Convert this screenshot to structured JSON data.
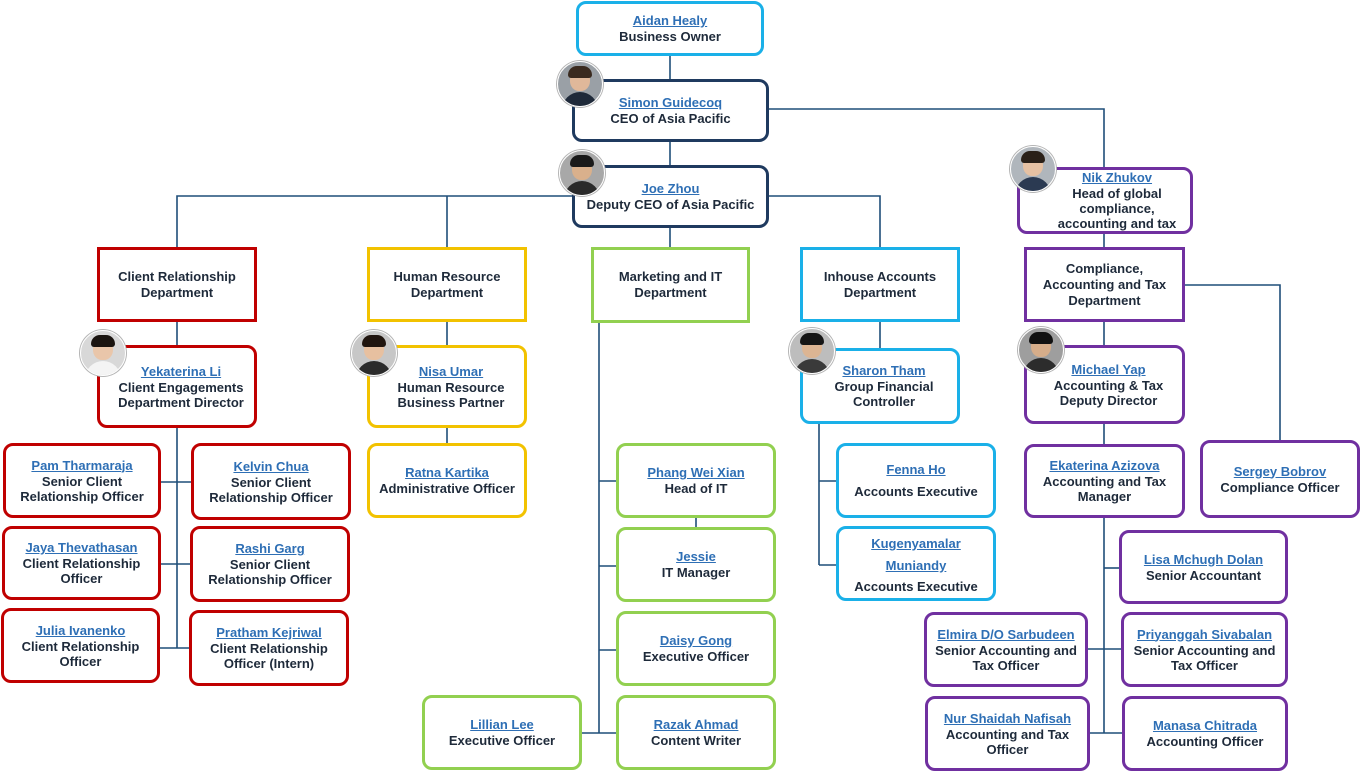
{
  "colors": {
    "line": "#1f4e79",
    "navy": "#1f3a5f",
    "blue": "#1ab0e8",
    "red": "#c00000",
    "yellow": "#f2c200",
    "green": "#92d050",
    "purple": "#7030a0"
  },
  "top": {
    "owner": {
      "name": "Aidan Healy",
      "title": "Business Owner"
    },
    "ceo": {
      "name": "Simon Guidecoq",
      "title": "CEO of Asia Pacific"
    },
    "deputy": {
      "name": "Joe Zhou",
      "title": "Deputy CEO of Asia Pacific"
    },
    "compliance_head": {
      "name": "Nik Zhukov",
      "title": "Head of global compliance, accounting and tax"
    }
  },
  "departments": {
    "client": "Client Relationship Department",
    "hr": "Human Resource Department",
    "marketing": "Marketing and IT Department",
    "accounts": "Inhouse Accounts Department",
    "compliance": "Compliance, Accounting and Tax Department"
  },
  "client": {
    "head": {
      "name": "Yekaterina Li",
      "title": "Client Engagements Department Director"
    },
    "staff": [
      {
        "name": "Pam Tharmaraja",
        "title": "Senior Client Relationship Officer"
      },
      {
        "name": "Kelvin Chua",
        "title": "Senior Client Relationship Officer"
      },
      {
        "name": "Jaya Thevathasan",
        "title": "Client Relationship Officer"
      },
      {
        "name": "Rashi Garg",
        "title": "Senior Client Relationship Officer"
      },
      {
        "name": "Julia Ivanenko",
        "title": "Client Relationship Officer"
      },
      {
        "name": "Pratham Kejriwal",
        "title": "Client Relationship Officer (Intern)"
      }
    ]
  },
  "hr": {
    "head": {
      "name": "Nisa Umar",
      "title": "Human Resource Business Partner"
    },
    "staff": [
      {
        "name": "Ratna Kartika",
        "title": "Administrative Officer"
      }
    ]
  },
  "marketing": {
    "staff": [
      {
        "name": "Phang Wei Xian",
        "title": "Head of IT"
      },
      {
        "name": "Jessie",
        "title": "IT Manager"
      },
      {
        "name": "Daisy Gong",
        "title": "Executive Officer"
      },
      {
        "name": "Lillian Lee",
        "title": "Executive Officer"
      },
      {
        "name": "Razak Ahmad",
        "title": "Content Writer"
      }
    ]
  },
  "accounts": {
    "head": {
      "name": "Sharon Tham",
      "title": "Group Financial Controller"
    },
    "staff": [
      {
        "name": "Fenna Ho",
        "title": "Accounts Executive"
      },
      {
        "name": "Kugenyamalar Muniandy",
        "title": "Accounts Executive"
      }
    ]
  },
  "compliance": {
    "head": {
      "name": "Michael Yap",
      "title": "Accounting & Tax Deputy Director"
    },
    "staff": [
      {
        "name": "Sergey Bobrov",
        "title": "Compliance Officer"
      },
      {
        "name": "Ekaterina Azizova",
        "title": "Accounting and Tax Manager"
      },
      {
        "name": "Lisa Mchugh Dolan",
        "title": "Senior Accountant"
      },
      {
        "name": "Elmira D/O Sarbudeen",
        "title": "Senior Accounting and Tax Officer"
      },
      {
        "name": "Priyanggah Sivabalan",
        "title": "Senior Accounting and Tax Officer"
      },
      {
        "name": "Nur Shaidah Nafisah",
        "title": "Accounting and Tax Officer"
      },
      {
        "name": "Manasa Chitrada",
        "title": "Accounting Officer"
      }
    ]
  }
}
